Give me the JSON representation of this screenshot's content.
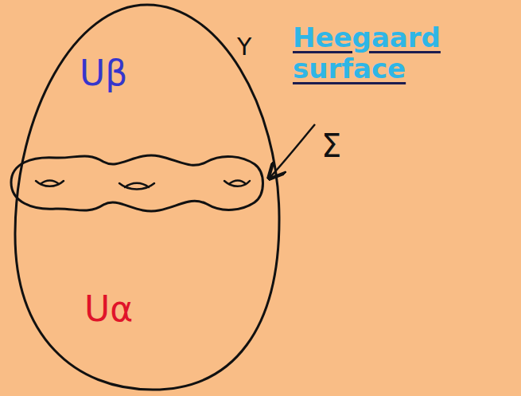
{
  "diagram": {
    "nodes": [
      {
        "text": [
          "Y",
          "Uβ",
          "Uα"
        ]
      }
    ],
    "labels": [
      "Heegaard surface",
      "Σ"
    ]
  }
}
